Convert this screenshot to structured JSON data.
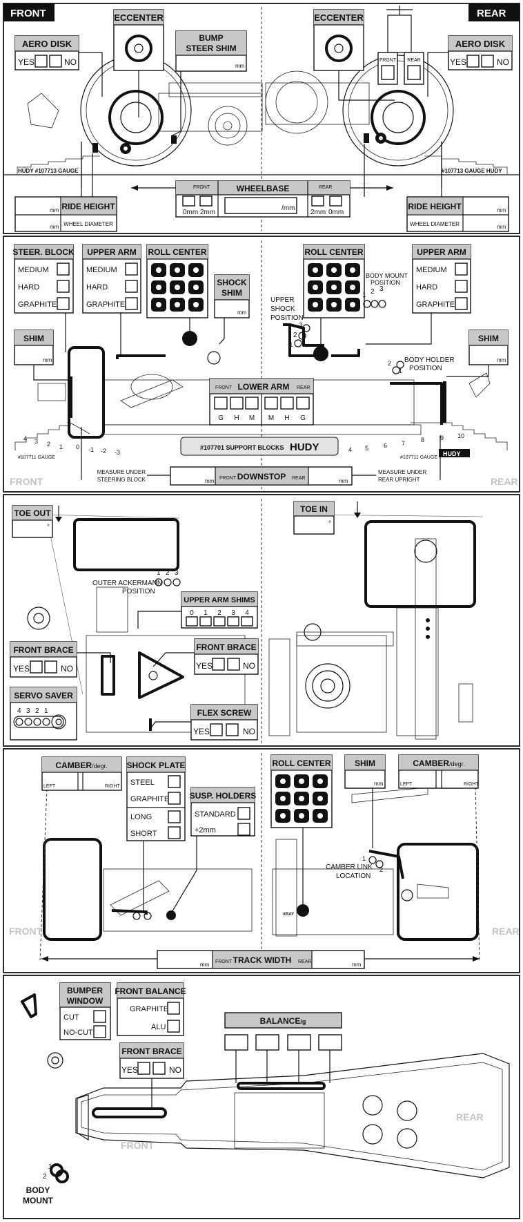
{
  "s1": {
    "front": "FRONT",
    "rear": "REAR",
    "eccentric": "ECCENTER",
    "eccentric_rear": "ECCENTER",
    "aero_disk": "AERO DISK",
    "aero_disk_rear": "AERO DISK",
    "yes": "YES",
    "no": "NO",
    "bump_steer_shim_1": "BUMP",
    "bump_steer_shim_2": "STEER SHIM",
    "mm": "mm",
    "front_small": "FRONT",
    "rear_small": "REAR",
    "gauge_left": "HUDY #107713 GAUGE",
    "gauge_right": "#107713 GAUGE HUDY",
    "wheelbase": "WHEELBASE",
    "zero_mm": "0mm",
    "two_mm": "2mm",
    "slash_mm": "/mm",
    "ride_height": "RIDE HEIGHT",
    "wheel_diameter": "WHEEL DIAMETER"
  },
  "s2": {
    "steer_block": "STEER. BLOCK",
    "upper_arm": "UPPER ARM",
    "upper_arm_rear": "UPPER ARM",
    "medium": "MEDIUM",
    "hard": "HARD",
    "graphite": "GRAPHITE",
    "roll_center": "ROLL CENTER",
    "roll_center_rear": "ROLL CENTER",
    "shock_shim_1": "SHOCK",
    "shock_shim_2": "SHIM",
    "shim": "SHIM",
    "shim_rear": "SHIM",
    "mm": "mm",
    "body_mount_1": "BODY MOUNT",
    "body_mount_2": "POSITION",
    "upper_shock_1": "UPPER",
    "upper_shock_2": "SHOCK",
    "upper_shock_3": "POSITION",
    "body_holder_1": "BODY HOLDER",
    "body_holder_2": "POSITION",
    "lower_arm": "LOWER ARM",
    "front_small": "FRONT",
    "rear_small": "REAR",
    "lower_arm_labels": [
      "G",
      "H",
      "M",
      "M",
      "H",
      "G"
    ],
    "gauge_front_nums": [
      "4",
      "3",
      "2",
      "1",
      "0",
      "-1",
      "-2",
      "-3"
    ],
    "gauge_rear_nums": [
      "4",
      "5",
      "6",
      "7",
      "8",
      "9",
      "10"
    ],
    "gauge_left": "#107711 GAUGE",
    "gauge_right": "#107711 GAUGE",
    "support_blocks": "#107701 SUPPORT BLOCKS",
    "hudy": "HUDY",
    "downstop": "DOWNSTOP",
    "measure_front_1": "MEASURE UNDER",
    "measure_front_2": "STEERING BLOCK",
    "measure_rear_1": "MEASURE UNDER",
    "measure_rear_2": "REAR UPRIGHT",
    "front": "FRONT",
    "rear": "REAR",
    "num_1": "1",
    "num_2": "2",
    "num_3": "3"
  },
  "s3": {
    "toe_out": "TOE OUT",
    "toe_in": "TOE IN",
    "degree": "°",
    "outer_ackermann_1": "OUTER ACKERMANN",
    "outer_ackermann_2": "POSITION",
    "upper_arm_shims": "UPPER ARM SHIMS",
    "shim_nums": [
      "0",
      "1",
      "2",
      "3",
      "4"
    ],
    "ackermann_nums": [
      "1",
      "2",
      "3"
    ],
    "front_brace": "FRONT BRACE",
    "front_brace_2": "FRONT BRACE",
    "yes": "YES",
    "no": "NO",
    "servo_saver": "SERVO SAVER",
    "servo_nums": [
      "4",
      "3",
      "2",
      "1"
    ],
    "flex_screw": "FLEX SCREW"
  },
  "s4": {
    "camber": "CAMBER",
    "camber_unit": "/degr.",
    "camber_rear": "CAMBER",
    "camber_unit_rear": "/degr.",
    "left": "LEFT",
    "right": "RIGHT",
    "shock_plate": "SHOCK PLATE",
    "steel": "STEEL",
    "graphite": "GRAPHITE",
    "long": "LONG",
    "short": "SHORT",
    "susp_holders": "SUSP. HOLDERS",
    "standard": "STANDARD",
    "plus_2mm": "+2mm",
    "roll_center": "ROLL CENTER",
    "shim": "SHIM",
    "mm": "mm",
    "camber_link_1": "CAMBER LINK",
    "camber_link_2": "LOCATION",
    "num_1": "1",
    "num_2": "2",
    "front": "FRONT",
    "rear": "REAR",
    "front_small": "FRONT",
    "rear_small": "REAR",
    "track_width": "TRACK WIDTH",
    "xray": "XRAY"
  },
  "s5": {
    "bumper_window_1": "BUMPER",
    "bumper_window_2": "WINDOW",
    "cut": "CUT",
    "no_cut": "NO-CUT",
    "front_balance": "FRONT BALANCE",
    "graphite": "GRAPHITE",
    "alu": "ALU",
    "front_brace": "FRONT BRACE",
    "yes": "YES",
    "no": "NO",
    "balance": "BALANCE",
    "balance_unit": "/g",
    "body_mount_1": "BODY",
    "body_mount_2": "MOUNT",
    "num_1": "1",
    "num_2": "2",
    "front": "FRONT",
    "rear": "REAR"
  }
}
